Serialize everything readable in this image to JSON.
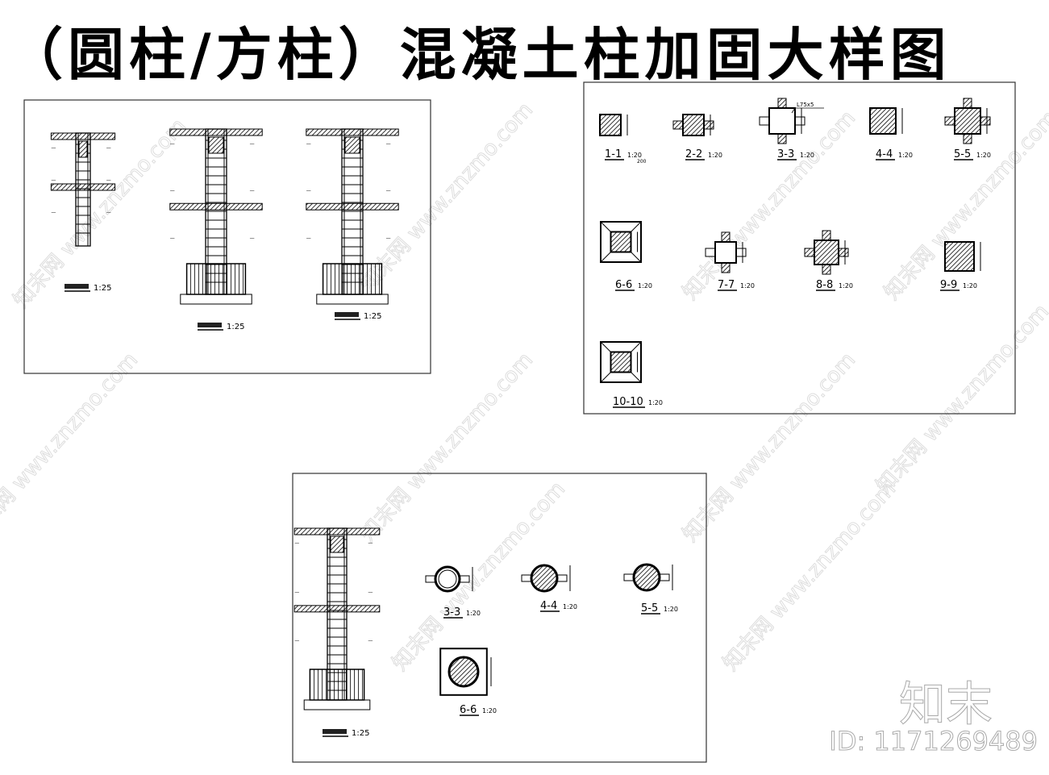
{
  "title": "（圆柱/方柱）混凝土柱加固大样图",
  "watermark": "知末网 www.znzmo.com",
  "brand": {
    "logo": "知末",
    "id": "ID: 1171269489"
  },
  "sheets": [
    {
      "name": "sheet-1",
      "elevations": [
        {
          "scale": "1:25"
        },
        {
          "scale": "1:25"
        },
        {
          "scale": "1:25"
        }
      ]
    },
    {
      "name": "sheet-2",
      "sections": [
        {
          "label": "1-1",
          "scale": "1:20",
          "note": "200"
        },
        {
          "label": "2-2",
          "scale": "1:20"
        },
        {
          "label": "3-3",
          "scale": "1:20"
        },
        {
          "label": "4-4",
          "scale": "1:20"
        },
        {
          "label": "5-5",
          "scale": "1:20"
        },
        {
          "label": "6-6",
          "scale": "1:20"
        },
        {
          "label": "7-7",
          "scale": "1:20"
        },
        {
          "label": "8-8",
          "scale": "1:20"
        },
        {
          "label": "9-9",
          "scale": "1:20"
        },
        {
          "label": "10-10",
          "scale": "1:20"
        }
      ],
      "annotation": "L75x5"
    },
    {
      "name": "sheet-3",
      "elevations": [
        {
          "scale": "1:25"
        }
      ],
      "sections": [
        {
          "label": "3-3",
          "scale": "1:20"
        },
        {
          "label": "4-4",
          "scale": "1:20"
        },
        {
          "label": "5-5",
          "scale": "1:20"
        },
        {
          "label": "6-6",
          "scale": "1:20"
        }
      ]
    }
  ]
}
